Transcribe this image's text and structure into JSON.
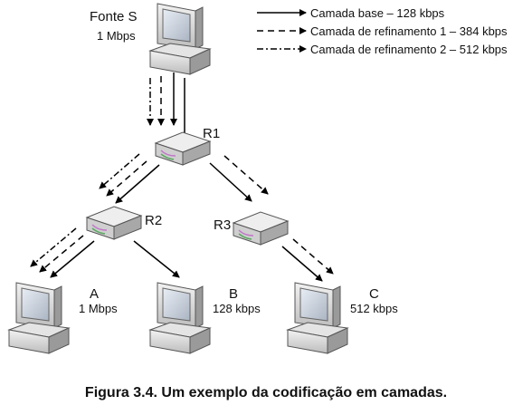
{
  "legend": [
    {
      "style": "solid",
      "text": "Camada base – 128 kbps"
    },
    {
      "style": "dashed",
      "text": "Camada de refinamento 1 – 384 kbps"
    },
    {
      "style": "dashdot",
      "text": "Camada de refinamento 2 – 512 kbps"
    }
  ],
  "nodes": {
    "source": {
      "name": "Fonte S",
      "rate": "1 Mbps"
    },
    "r1": {
      "name": "R1"
    },
    "r2": {
      "name": "R2"
    },
    "r3": {
      "name": "R3"
    },
    "a": {
      "name": "A",
      "rate": "1 Mbps"
    },
    "b": {
      "name": "B",
      "rate": "128 kbps"
    },
    "c": {
      "name": "C",
      "rate": "512 kbps"
    }
  },
  "caption": "Figura 3.4. Um exemplo da codificação em camadas."
}
